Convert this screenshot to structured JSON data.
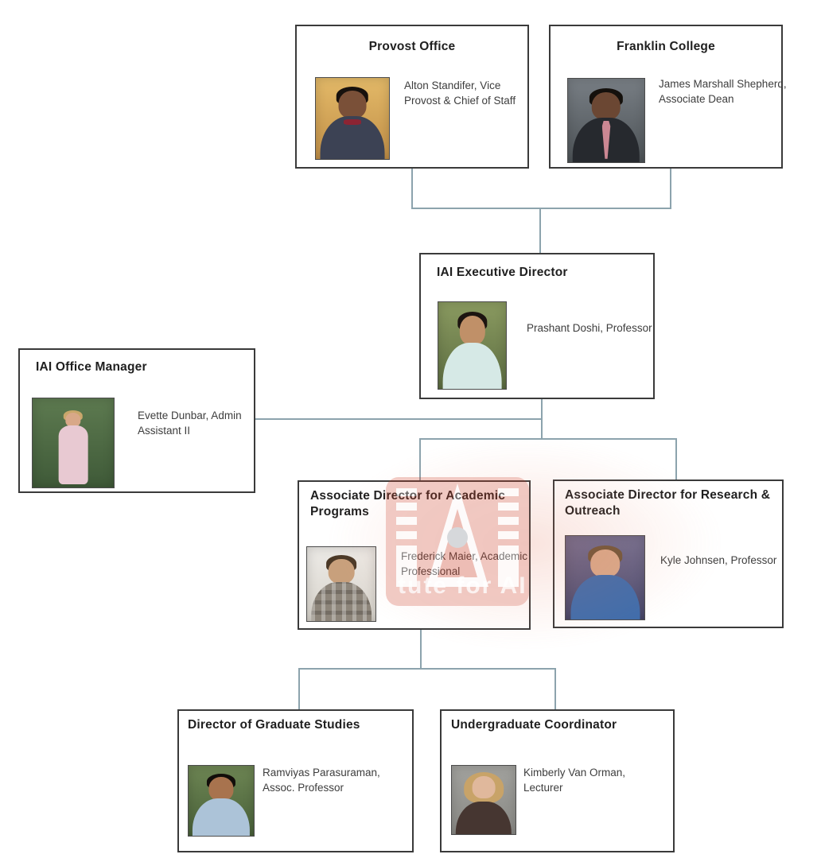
{
  "theme": {
    "background": "#ffffff",
    "box_border": "#3a3a3a",
    "photo_border": "#4c4c4c",
    "connector": "#8ca3ad",
    "title_color": "#1f1f1f",
    "name_color": "#3d3d3d",
    "watermark_red": "#cc4129",
    "watermark_dot": "#8a8f98"
  },
  "watermark": {
    "logo_text": "IAI",
    "caption": "tute for AI"
  },
  "nodes": [
    {
      "id": "provost-office",
      "title": "Provost Office",
      "person": "Alton Standifer, Vice\nProvost & Chief of Staff",
      "photo": {
        "variant": "bowtie",
        "bg1": "#e3b968",
        "bg2": "#c29048",
        "skin": "#7a5038",
        "hair": "#17110d",
        "shirt": "#3c4254",
        "accent": "#8c2433"
      }
    },
    {
      "id": "franklin-college",
      "title": "Franklin College",
      "person": "James Marshall Shepherd,\nAssociate Dean",
      "photo": {
        "variant": "tie",
        "bg1": "#787e84",
        "bg2": "#4e5458",
        "skin": "#6b4733",
        "hair": "#14100c",
        "shirt": "#26292e",
        "accent": "#cb8793"
      }
    },
    {
      "id": "iai-executive-director",
      "title": "IAI Executive Director",
      "person": "Prashant Doshi, Professor",
      "photo": {
        "variant": "bust",
        "bg1": "#8a9a60",
        "bg2": "#5d6e42",
        "skin": "#c09068",
        "hair": "#1c1410",
        "shirt": "#d6e9e6",
        "accent": "#d6e9e6"
      }
    },
    {
      "id": "iai-office-manager",
      "title": "IAI Office Manager",
      "person": "Evette Dunbar, Admin\nAssistant II",
      "photo": {
        "variant": "standing",
        "bg1": "#5d7a50",
        "bg2": "#3f5a38",
        "skin": "#d8a888",
        "hair": "#c9a76b",
        "shirt": "#e8c9d2",
        "accent": "#e8c9d2"
      }
    },
    {
      "id": "associate-director-academic-programs",
      "title": "Associate Director for Academic\nPrograms",
      "person": "Frederick Maier, Academic\nProfessional",
      "photo": {
        "variant": "plaid",
        "bg1": "#eceae6",
        "bg2": "#d8d4cc",
        "skin": "#c8a07c",
        "hair": "#4a3826",
        "shirt": "#8d857a",
        "accent": "#6e675e"
      }
    },
    {
      "id": "associate-director-research-outreach",
      "title": "Associate Director for Research &\nOutreach",
      "person": "Kyle Johnsen, Professor",
      "photo": {
        "variant": "bust",
        "bg1": "#6e6e92",
        "bg2": "#46466a",
        "skin": "#d8a98a",
        "hair": "#6e5538",
        "shirt": "#3e6cab",
        "accent": "#3e6cab"
      }
    },
    {
      "id": "director-graduate-studies",
      "title": "Director of Graduate Studies",
      "person": "Ramviyas Parasuraman,\nAssoc. Professor",
      "photo": {
        "variant": "bust",
        "bg1": "#6d8553",
        "bg2": "#49613a",
        "skin": "#a8734e",
        "hair": "#120e0a",
        "shirt": "#acc3d8",
        "accent": "#acc3d8"
      }
    },
    {
      "id": "undergraduate-coordinator",
      "title": "Undergraduate Coordinator",
      "person": "Kimberly Van Orman,\nLecturer",
      "photo": {
        "variant": "longhair",
        "bg1": "#a2a29e",
        "bg2": "#8a8a86",
        "skin": "#e0b89c",
        "hair": "#c8a368",
        "shirt": "#463631",
        "accent": "#463631"
      }
    }
  ],
  "edges": [
    {
      "from": "provost-office",
      "to": "iai-executive-director"
    },
    {
      "from": "franklin-college",
      "to": "iai-executive-director"
    },
    {
      "from": "iai-executive-director",
      "to": "iai-office-manager"
    },
    {
      "from": "iai-executive-director",
      "to": "associate-director-academic-programs"
    },
    {
      "from": "iai-executive-director",
      "to": "associate-director-research-outreach"
    },
    {
      "from": "associate-director-academic-programs",
      "to": "director-graduate-studies"
    },
    {
      "from": "associate-director-academic-programs",
      "to": "undergraduate-coordinator"
    }
  ]
}
